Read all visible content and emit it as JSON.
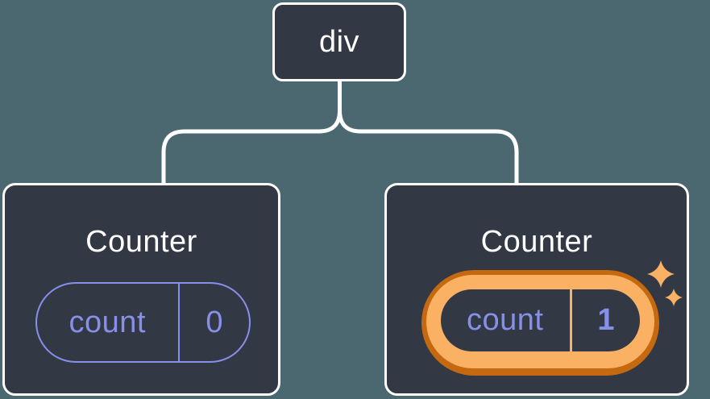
{
  "diagram": {
    "description": "React component tree: a div root with two Counter children; the second Counter's state was updated",
    "root": {
      "label": "div"
    },
    "children": [
      {
        "title": "Counter",
        "state": {
          "key": "count",
          "value": "0"
        },
        "highlighted": false
      },
      {
        "title": "Counter",
        "state": {
          "key": "count",
          "value": "1"
        },
        "highlighted": true
      }
    ]
  },
  "icons": {
    "sparkle_large": "four-point-star",
    "sparkle_small": "four-point-star"
  },
  "colors": {
    "background": "#4B6870",
    "card": "#333845",
    "connector_line": "#FFFFFF",
    "state_accent": "#8790E8",
    "highlight_ring_outer": "#C4690F",
    "highlight_ring_inner": "#FBB164",
    "sparkle": "#FBB164"
  }
}
